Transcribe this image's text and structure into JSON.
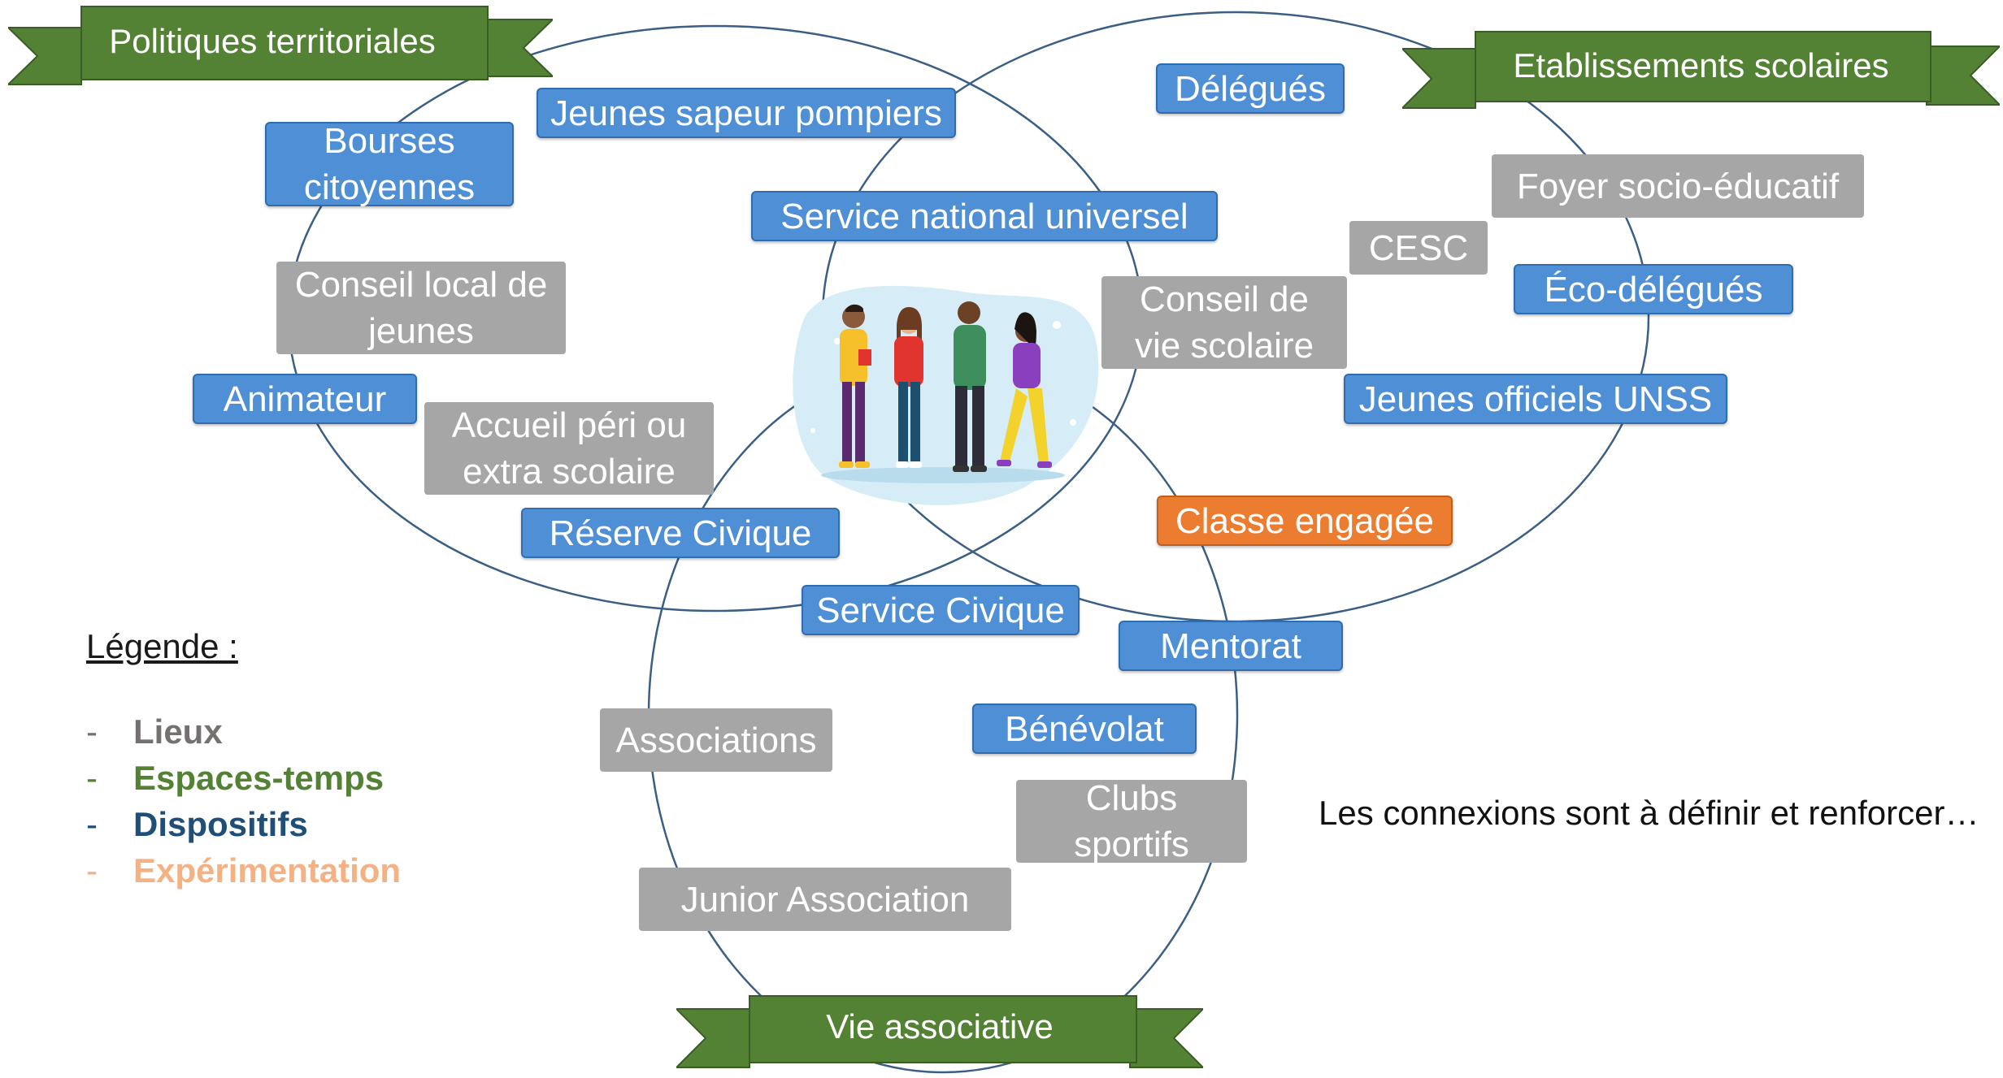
{
  "spaces": [
    {
      "key": "politiques",
      "label": "Politiques territoriales"
    },
    {
      "key": "etablissements",
      "label": "Etablissements scolaires"
    },
    {
      "key": "vie_asso",
      "label": "Vie associative"
    }
  ],
  "nodes": [
    {
      "label": "Jeunes sapeur pompiers",
      "category": "dispositif"
    },
    {
      "label": "Délégués",
      "category": "dispositif"
    },
    {
      "label": "Bourses citoyennes",
      "category": "dispositif"
    },
    {
      "label": "Foyer socio-éducatif",
      "category": "lieu"
    },
    {
      "label": "Service national universel",
      "category": "dispositif"
    },
    {
      "label": "CESC",
      "category": "lieu"
    },
    {
      "label": "Conseil local de jeunes",
      "category": "lieu"
    },
    {
      "label": "Conseil de vie scolaire",
      "category": "lieu"
    },
    {
      "label": "Éco-délégués",
      "category": "dispositif"
    },
    {
      "label": "Animateur",
      "category": "dispositif"
    },
    {
      "label": "Jeunes officiels UNSS",
      "category": "dispositif"
    },
    {
      "label": "Accueil péri ou extra scolaire",
      "category": "lieu"
    },
    {
      "label": "Classe engagée",
      "category": "experimentation"
    },
    {
      "label": "Réserve Civique",
      "category": "dispositif"
    },
    {
      "label": "Service Civique",
      "category": "dispositif"
    },
    {
      "label": "Mentorat",
      "category": "dispositif"
    },
    {
      "label": "Associations",
      "category": "lieu"
    },
    {
      "label": "Bénévolat",
      "category": "dispositif"
    },
    {
      "label": "Clubs sportifs",
      "category": "lieu"
    },
    {
      "label": "Junior Association",
      "category": "lieu"
    }
  ],
  "legend": {
    "title": "Légende :",
    "items": [
      {
        "label": "Lieux",
        "color": "#767171"
      },
      {
        "label": "Espaces-temps",
        "color": "#548235"
      },
      {
        "label": "Dispositifs",
        "color": "#1f4e79"
      },
      {
        "label": "Expérimentation",
        "color": "#f4b183"
      }
    ]
  },
  "note": "Les connexions sont à définir et renforcer…",
  "colors": {
    "dispositif": "#4e8fd6",
    "lieu": "#a6a6a6",
    "experimentation": "#ec7c30",
    "ribbon": "#548235",
    "circle": "#3b5f84"
  }
}
